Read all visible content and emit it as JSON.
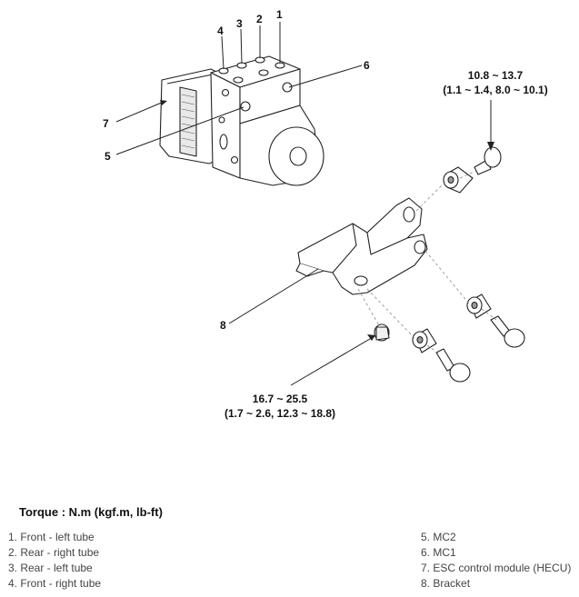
{
  "callouts": {
    "c1": "1",
    "c2": "2",
    "c3": "3",
    "c4": "4",
    "c5": "5",
    "c6": "6",
    "c7": "7",
    "c8": "8"
  },
  "torques": {
    "upper": {
      "nm": "10.8 ~ 13.7",
      "alt": "(1.1 ~ 1.4, 8.0 ~ 10.1)"
    },
    "lower": {
      "nm": "16.7 ~ 25.5",
      "alt": "(1.7 ~ 2.6, 12.3 ~ 18.8)"
    }
  },
  "torque_heading": "Torque : N.m (kgf.m, lb-ft)",
  "legend_left": [
    "1. Front - left tube",
    "2. Rear - right tube",
    "3. Rear - left tube",
    "4. Front - right tube"
  ],
  "legend_right": [
    "5. MC2",
    "6. MC1",
    "7. ESC control module (HECU)",
    "8. Bracket"
  ]
}
